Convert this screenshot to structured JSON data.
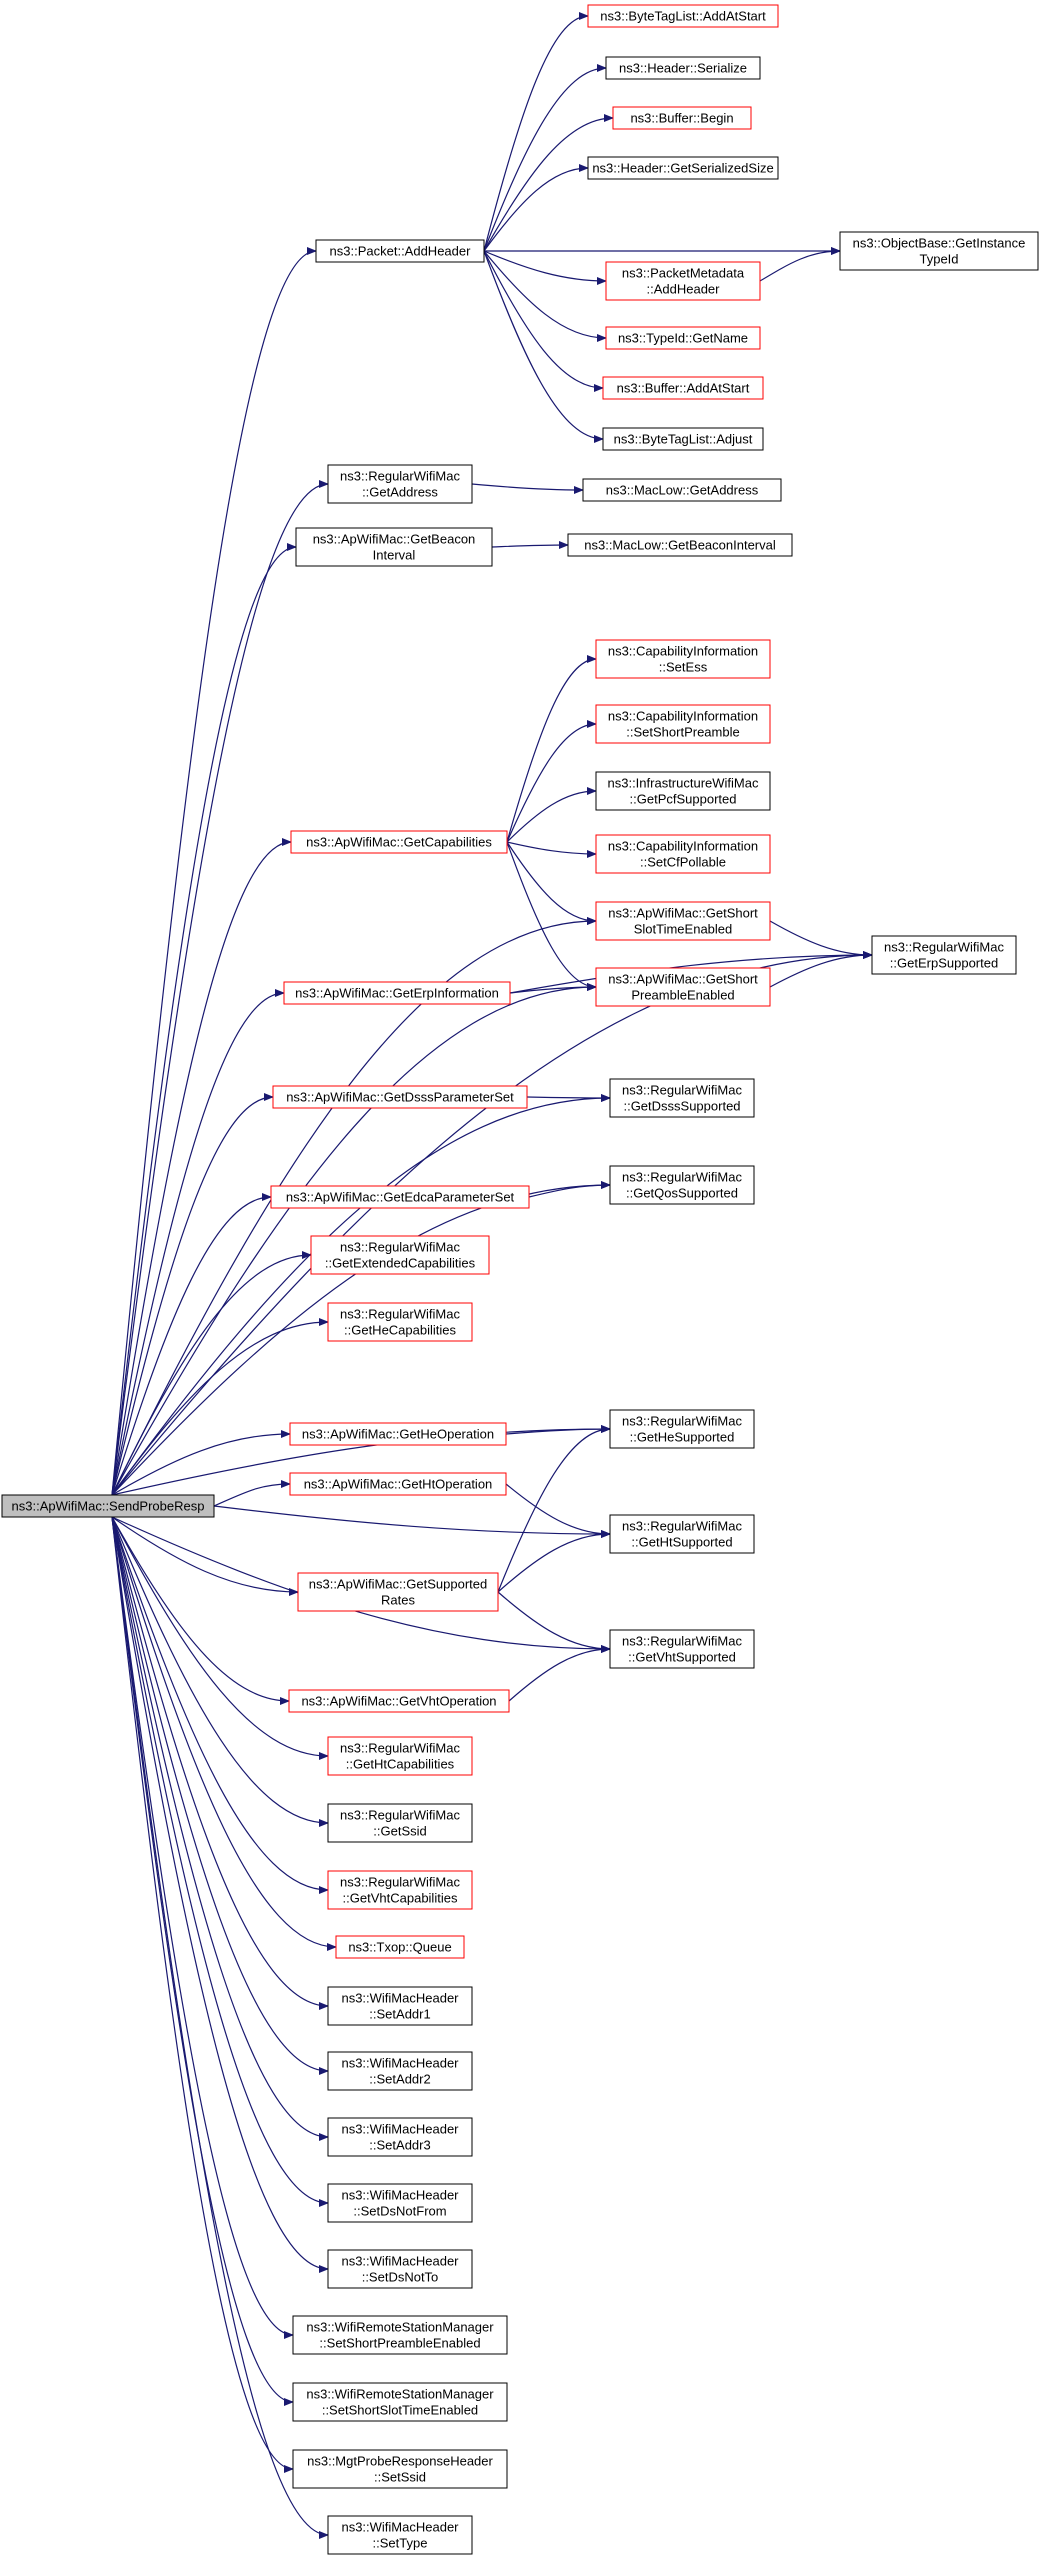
{
  "colors": {
    "edge": "#191970",
    "border_default": "#000000",
    "border_truncated": "#ff0000",
    "root_fill": "#bfbfbf",
    "node_fill": "#ffffff"
  },
  "nodes": [
    {
      "id": "root",
      "lines": [
        "ns3::ApWifiMac::SendProbeResp"
      ],
      "style": "root"
    },
    {
      "id": "addheader",
      "lines": [
        "ns3::Packet::AddHeader"
      ],
      "style": "black"
    },
    {
      "id": "btl_addatstart",
      "lines": [
        "ns3::ByteTagList::AddAtStart"
      ],
      "style": "red"
    },
    {
      "id": "hdr_serialize",
      "lines": [
        "ns3::Header::Serialize"
      ],
      "style": "black"
    },
    {
      "id": "buf_begin",
      "lines": [
        "ns3::Buffer::Begin"
      ],
      "style": "red"
    },
    {
      "id": "hdr_size",
      "lines": [
        "ns3::Header::GetSerializedSize"
      ],
      "style": "black"
    },
    {
      "id": "objbase",
      "lines": [
        "ns3::ObjectBase::GetInstance",
        "TypeId"
      ],
      "style": "black"
    },
    {
      "id": "pktmeta",
      "lines": [
        "ns3::PacketMetadata",
        "::AddHeader"
      ],
      "style": "red"
    },
    {
      "id": "typeid_getname",
      "lines": [
        "ns3::TypeId::GetName"
      ],
      "style": "red"
    },
    {
      "id": "buf_addatstart",
      "lines": [
        "ns3::Buffer::AddAtStart"
      ],
      "style": "red"
    },
    {
      "id": "btl_adjust",
      "lines": [
        "ns3::ByteTagList::Adjust"
      ],
      "style": "black"
    },
    {
      "id": "rwm_getaddress",
      "lines": [
        "ns3::RegularWifiMac",
        "::GetAddress"
      ],
      "style": "black"
    },
    {
      "id": "maclow_getaddress",
      "lines": [
        "ns3::MacLow::GetAddress"
      ],
      "style": "black"
    },
    {
      "id": "apw_getbeacon",
      "lines": [
        "ns3::ApWifiMac::GetBeacon",
        "Interval"
      ],
      "style": "black"
    },
    {
      "id": "maclow_getbeacon",
      "lines": [
        "ns3::MacLow::GetBeaconInterval"
      ],
      "style": "black"
    },
    {
      "id": "cap_setess",
      "lines": [
        "ns3::CapabilityInformation",
        "::SetEss"
      ],
      "style": "red"
    },
    {
      "id": "cap_setshortpre",
      "lines": [
        "ns3::CapabilityInformation",
        "::SetShortPreamble"
      ],
      "style": "red"
    },
    {
      "id": "infra_getpcf",
      "lines": [
        "ns3::InfrastructureWifiMac",
        "::GetPcfSupported"
      ],
      "style": "black"
    },
    {
      "id": "apw_getcap",
      "lines": [
        "ns3::ApWifiMac::GetCapabilities"
      ],
      "style": "red"
    },
    {
      "id": "cap_setcfpollable",
      "lines": [
        "ns3::CapabilityInformation",
        "::SetCfPollable"
      ],
      "style": "red"
    },
    {
      "id": "apw_getshortslot",
      "lines": [
        "ns3::ApWifiMac::GetShort",
        "SlotTimeEnabled"
      ],
      "style": "red"
    },
    {
      "id": "rwm_geterp",
      "lines": [
        "ns3::RegularWifiMac",
        "::GetErpSupported"
      ],
      "style": "black"
    },
    {
      "id": "apw_geterpinfo",
      "lines": [
        "ns3::ApWifiMac::GetErpInformation"
      ],
      "style": "red"
    },
    {
      "id": "apw_getshortpre",
      "lines": [
        "ns3::ApWifiMac::GetShort",
        "PreambleEnabled"
      ],
      "style": "red"
    },
    {
      "id": "apw_getdsss",
      "lines": [
        "ns3::ApWifiMac::GetDsssParameterSet"
      ],
      "style": "red"
    },
    {
      "id": "rwm_getdsss",
      "lines": [
        "ns3::RegularWifiMac",
        "::GetDsssSupported"
      ],
      "style": "black"
    },
    {
      "id": "apw_getedca",
      "lines": [
        "ns3::ApWifiMac::GetEdcaParameterSet"
      ],
      "style": "red"
    },
    {
      "id": "rwm_getqos",
      "lines": [
        "ns3::RegularWifiMac",
        "::GetQosSupported"
      ],
      "style": "black"
    },
    {
      "id": "rwm_getextcap",
      "lines": [
        "ns3::RegularWifiMac",
        "::GetExtendedCapabilities"
      ],
      "style": "red"
    },
    {
      "id": "rwm_gethecap",
      "lines": [
        "ns3::RegularWifiMac",
        "::GetHeCapabilities"
      ],
      "style": "red"
    },
    {
      "id": "apw_getheop",
      "lines": [
        "ns3::ApWifiMac::GetHeOperation"
      ],
      "style": "red"
    },
    {
      "id": "rwm_gethe",
      "lines": [
        "ns3::RegularWifiMac",
        "::GetHeSupported"
      ],
      "style": "black"
    },
    {
      "id": "apw_gethtop",
      "lines": [
        "ns3::ApWifiMac::GetHtOperation"
      ],
      "style": "red"
    },
    {
      "id": "rwm_getht",
      "lines": [
        "ns3::RegularWifiMac",
        "::GetHtSupported"
      ],
      "style": "black"
    },
    {
      "id": "apw_getsuprates",
      "lines": [
        "ns3::ApWifiMac::GetSupported",
        "Rates"
      ],
      "style": "red"
    },
    {
      "id": "rwm_getvht",
      "lines": [
        "ns3::RegularWifiMac",
        "::GetVhtSupported"
      ],
      "style": "black"
    },
    {
      "id": "apw_getvhtop",
      "lines": [
        "ns3::ApWifiMac::GetVhtOperation"
      ],
      "style": "red"
    },
    {
      "id": "rwm_gethtcap",
      "lines": [
        "ns3::RegularWifiMac",
        "::GetHtCapabilities"
      ],
      "style": "red"
    },
    {
      "id": "rwm_getssid",
      "lines": [
        "ns3::RegularWifiMac",
        "::GetSsid"
      ],
      "style": "black"
    },
    {
      "id": "rwm_getvhtcap",
      "lines": [
        "ns3::RegularWifiMac",
        "::GetVhtCapabilities"
      ],
      "style": "red"
    },
    {
      "id": "txop_queue",
      "lines": [
        "ns3::Txop::Queue"
      ],
      "style": "red"
    },
    {
      "id": "wmh_addr1",
      "lines": [
        "ns3::WifiMacHeader",
        "::SetAddr1"
      ],
      "style": "black"
    },
    {
      "id": "wmh_addr2",
      "lines": [
        "ns3::WifiMacHeader",
        "::SetAddr2"
      ],
      "style": "black"
    },
    {
      "id": "wmh_addr3",
      "lines": [
        "ns3::WifiMacHeader",
        "::SetAddr3"
      ],
      "style": "black"
    },
    {
      "id": "wmh_dsnotfrom",
      "lines": [
        "ns3::WifiMacHeader",
        "::SetDsNotFrom"
      ],
      "style": "black"
    },
    {
      "id": "wmh_dsnotto",
      "lines": [
        "ns3::WifiMacHeader",
        "::SetDsNotTo"
      ],
      "style": "black"
    },
    {
      "id": "wrsm_shortpre",
      "lines": [
        "ns3::WifiRemoteStationManager",
        "::SetShortPreambleEnabled"
      ],
      "style": "black"
    },
    {
      "id": "wrsm_shortslot",
      "lines": [
        "ns3::WifiRemoteStationManager",
        "::SetShortSlotTimeEnabled"
      ],
      "style": "black"
    },
    {
      "id": "mgt_setssid",
      "lines": [
        "ns3::MgtProbeResponseHeader",
        "::SetSsid"
      ],
      "style": "black"
    },
    {
      "id": "wmh_settype",
      "lines": [
        "ns3::WifiMacHeader",
        "::SetType"
      ],
      "style": "black"
    }
  ],
  "edges": [
    [
      "root",
      "addheader"
    ],
    [
      "root",
      "rwm_getaddress"
    ],
    [
      "root",
      "apw_getbeacon"
    ],
    [
      "root",
      "rwm_geterp"
    ],
    [
      "root",
      "apw_getcap"
    ],
    [
      "root",
      "apw_getshortslot"
    ],
    [
      "root",
      "apw_getshortpre"
    ],
    [
      "root",
      "apw_geterpinfo"
    ],
    [
      "root",
      "rwm_getdsss"
    ],
    [
      "root",
      "apw_getdsss"
    ],
    [
      "root",
      "rwm_getqos"
    ],
    [
      "root",
      "apw_getedca"
    ],
    [
      "root",
      "rwm_getextcap"
    ],
    [
      "root",
      "rwm_gethecap"
    ],
    [
      "root",
      "rwm_gethe"
    ],
    [
      "root",
      "apw_getheop"
    ],
    [
      "root",
      "apw_gethtop"
    ],
    [
      "root",
      "rwm_getht"
    ],
    [
      "root",
      "apw_getsuprates"
    ],
    [
      "root",
      "rwm_getvht"
    ],
    [
      "root",
      "apw_getvhtop"
    ],
    [
      "root",
      "rwm_gethtcap"
    ],
    [
      "root",
      "rwm_getssid"
    ],
    [
      "root",
      "rwm_getvhtcap"
    ],
    [
      "root",
      "txop_queue"
    ],
    [
      "root",
      "wmh_addr1"
    ],
    [
      "root",
      "wmh_addr2"
    ],
    [
      "root",
      "wmh_addr3"
    ],
    [
      "root",
      "wmh_dsnotfrom"
    ],
    [
      "root",
      "wmh_dsnotto"
    ],
    [
      "root",
      "wrsm_shortpre"
    ],
    [
      "root",
      "wrsm_shortslot"
    ],
    [
      "root",
      "mgt_setssid"
    ],
    [
      "root",
      "wmh_settype"
    ],
    [
      "addheader",
      "btl_addatstart"
    ],
    [
      "addheader",
      "hdr_serialize"
    ],
    [
      "addheader",
      "buf_begin"
    ],
    [
      "addheader",
      "hdr_size"
    ],
    [
      "addheader",
      "objbase"
    ],
    [
      "addheader",
      "pktmeta"
    ],
    [
      "addheader",
      "typeid_getname"
    ],
    [
      "addheader",
      "buf_addatstart"
    ],
    [
      "addheader",
      "btl_adjust"
    ],
    [
      "pktmeta",
      "objbase"
    ],
    [
      "rwm_getaddress",
      "maclow_getaddress"
    ],
    [
      "apw_getbeacon",
      "maclow_getbeacon"
    ],
    [
      "apw_getcap",
      "cap_setess"
    ],
    [
      "apw_getcap",
      "cap_setshortpre"
    ],
    [
      "apw_getcap",
      "infra_getpcf"
    ],
    [
      "apw_getcap",
      "cap_setcfpollable"
    ],
    [
      "apw_getcap",
      "apw_getshortslot"
    ],
    [
      "apw_getcap",
      "apw_getshortpre"
    ],
    [
      "apw_getshortslot",
      "rwm_geterp"
    ],
    [
      "apw_getshortpre",
      "rwm_geterp"
    ],
    [
      "apw_geterpinfo",
      "apw_getshortpre"
    ],
    [
      "apw_geterpinfo",
      "rwm_geterp"
    ],
    [
      "apw_getdsss",
      "rwm_getdsss"
    ],
    [
      "apw_getedca",
      "rwm_getqos"
    ],
    [
      "apw_getheop",
      "rwm_gethe"
    ],
    [
      "apw_gethtop",
      "rwm_getht"
    ],
    [
      "apw_getsuprates",
      "rwm_gethe"
    ],
    [
      "apw_getsuprates",
      "rwm_getht"
    ],
    [
      "apw_getsuprates",
      "rwm_getvht"
    ],
    [
      "apw_getvhtop",
      "rwm_getvht"
    ]
  ]
}
